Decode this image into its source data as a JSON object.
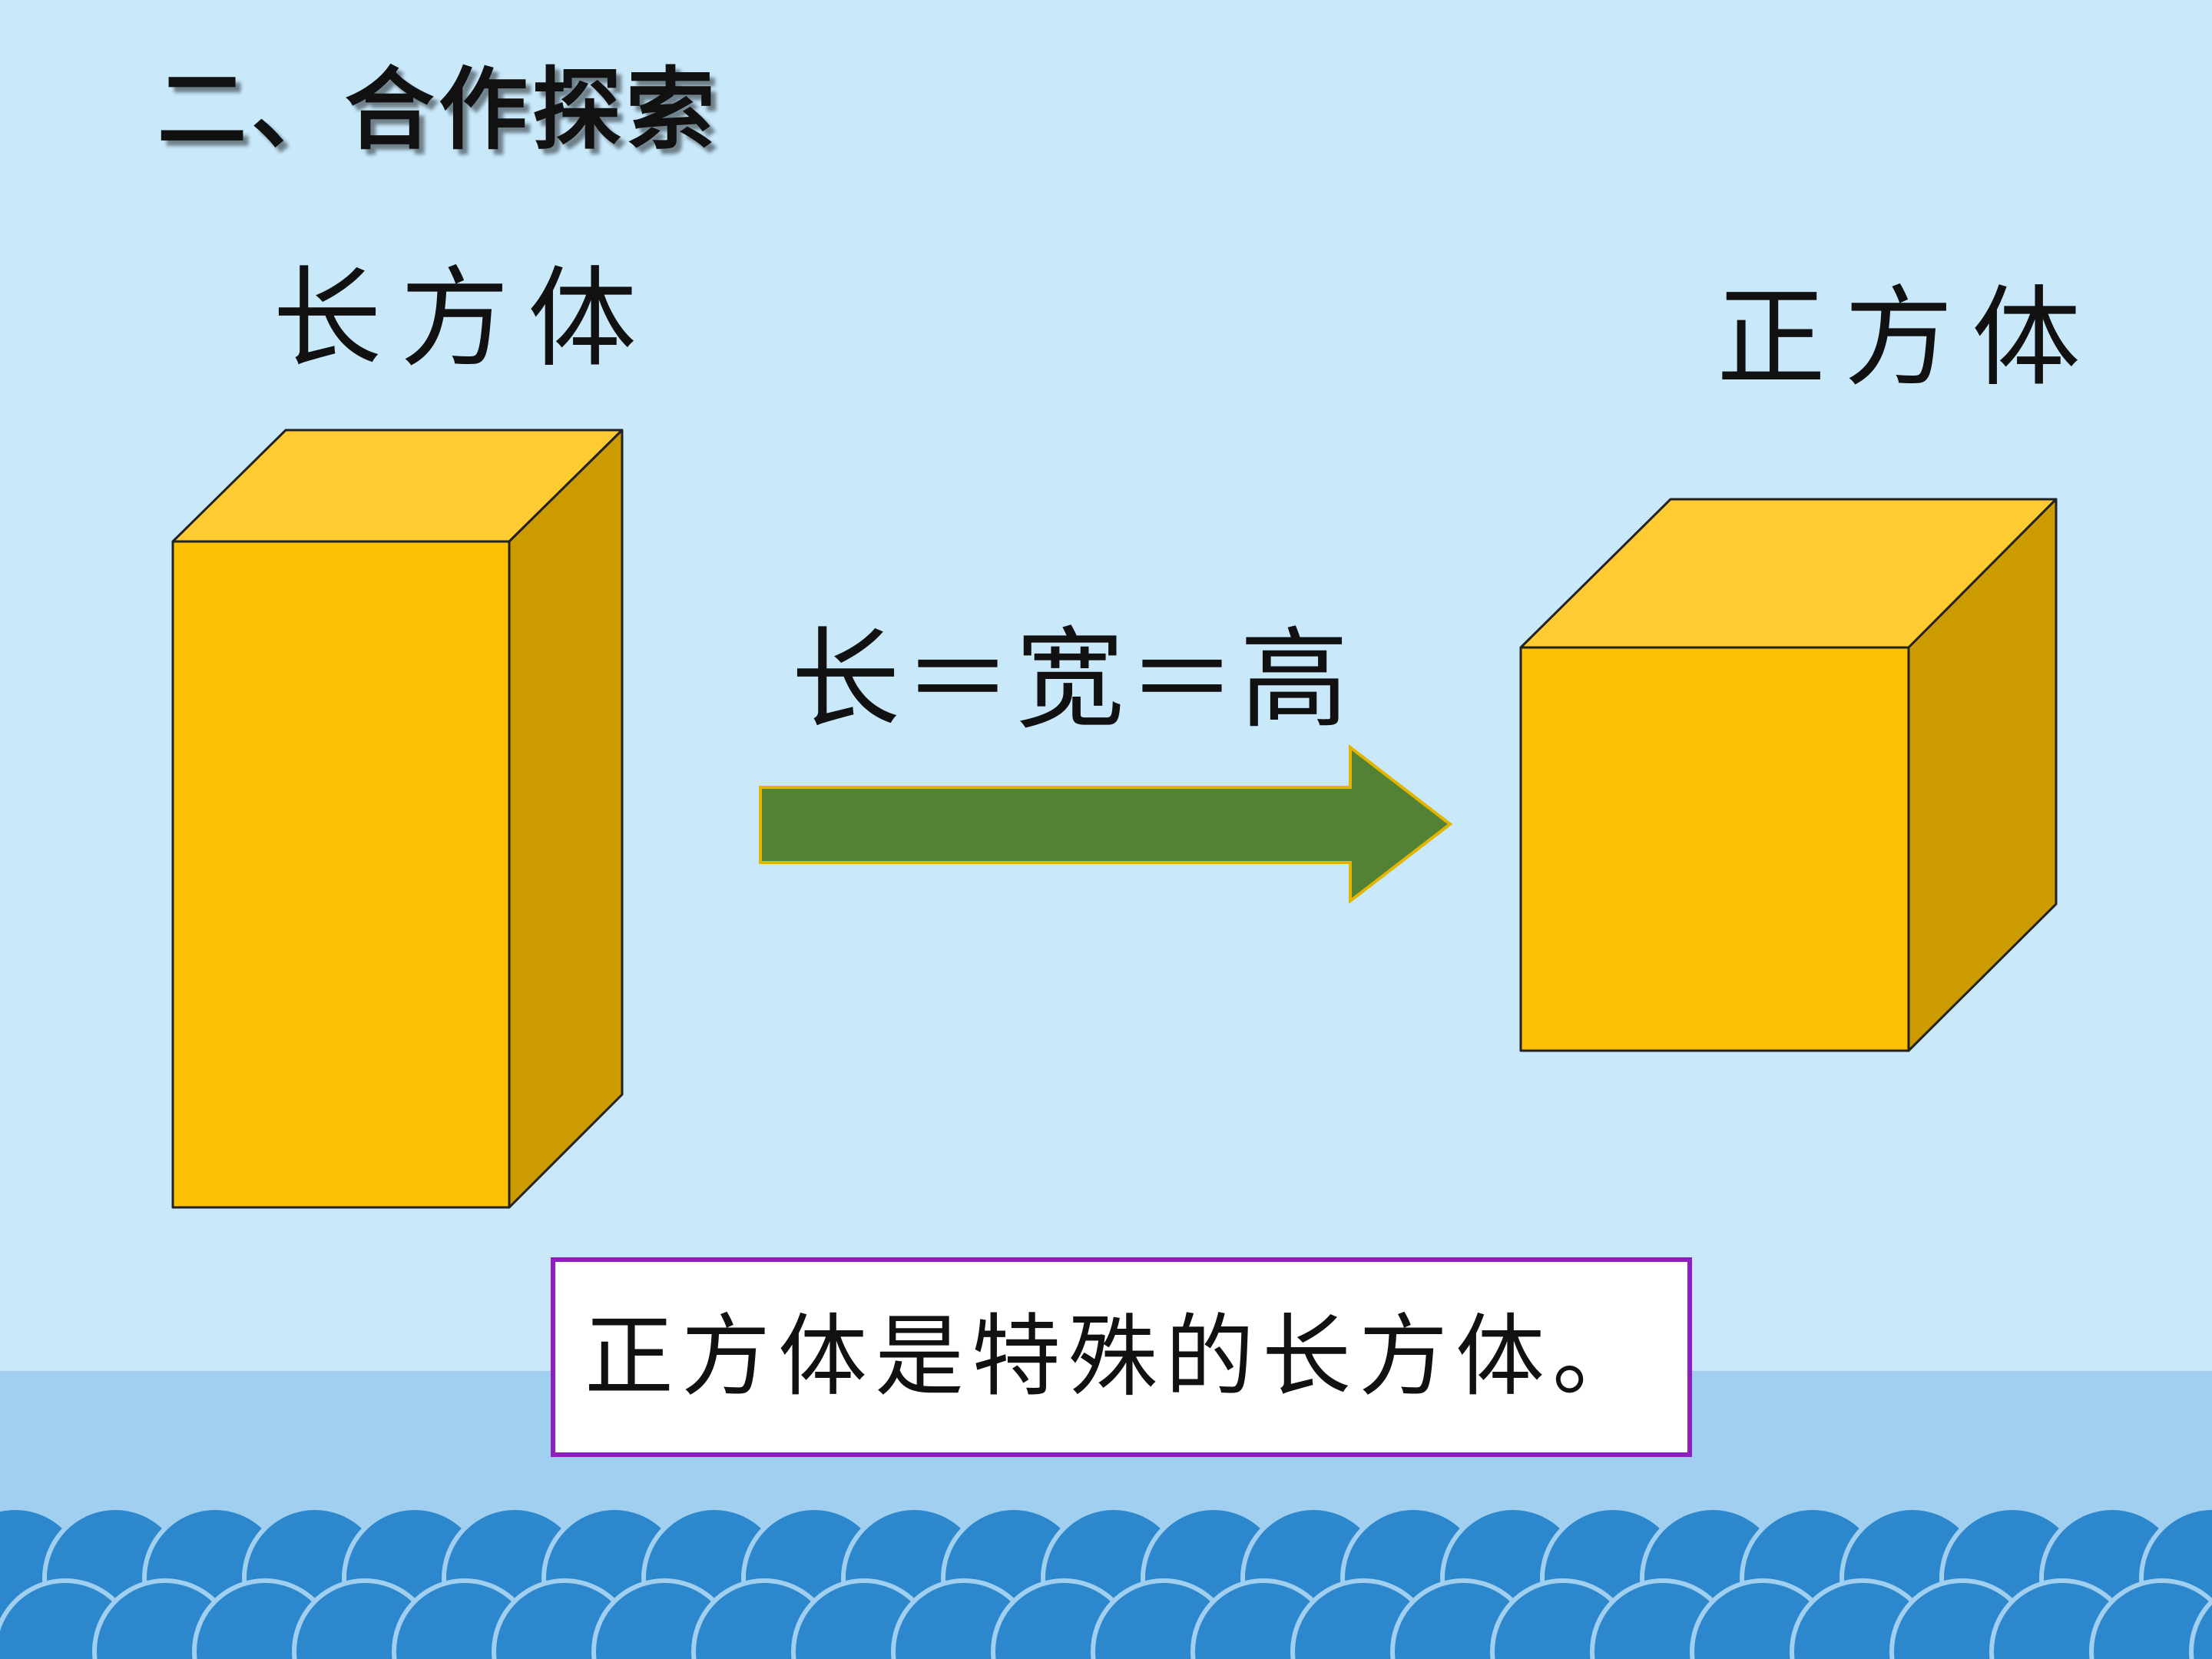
{
  "slide": {
    "section_title": "二、合作探索",
    "cuboid_label": "长方体",
    "cube_label": "正方体",
    "condition_text": "长＝宽＝高",
    "conclusion_text": "正方体是特殊的长方体。"
  },
  "colors": {
    "background": "#c9e9fb",
    "band": "#a1cff0",
    "wave": "#2d87cd",
    "box_front": "#fdc002",
    "box_top": "#ffcb33",
    "box_side": "#cc9b00",
    "arrow_fill": "#548235",
    "arrow_stroke": "#e2b600",
    "conclusion_border": "#8e1ec1"
  }
}
